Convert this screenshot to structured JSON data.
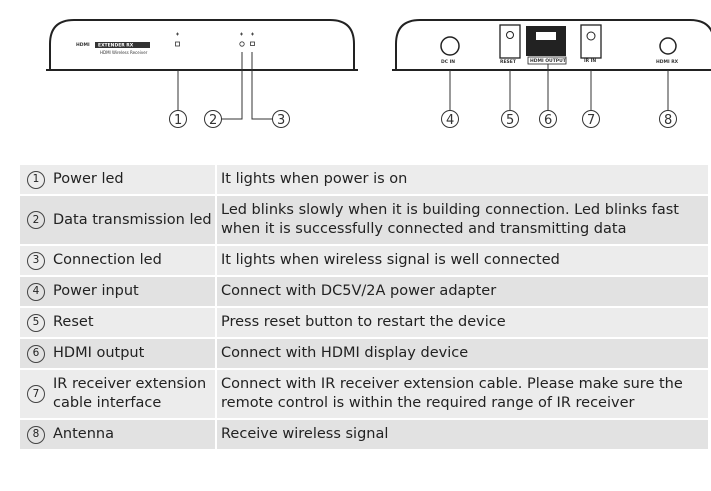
{
  "front_panel": {
    "brand": "HDMI",
    "model": "EXTENDER RX",
    "subtitle": "HDMI Wireless Receiver"
  },
  "back_panel": {
    "ports": [
      "DC IN",
      "RESET",
      "HDMI OUTPUT",
      "IR IN",
      "HDMI RX"
    ]
  },
  "callouts": [
    "①",
    "②",
    "③",
    "④",
    "⑤",
    "⑥",
    "⑦",
    "⑧"
  ],
  "rows": [
    {
      "num": "1",
      "label": "Power led",
      "desc": "It lights when power is on"
    },
    {
      "num": "2",
      "label": "Data transmission led",
      "desc": "Led blinks slowly when it is building connection. Led blinks fast when it is successfully connected and transmitting data"
    },
    {
      "num": "3",
      "label": "Connection led",
      "desc": "It lights when wireless signal is well connected"
    },
    {
      "num": "4",
      "label": "Power input",
      "desc": "Connect with DC5V/2A power adapter"
    },
    {
      "num": "5",
      "label": "Reset",
      "desc": "Press reset button to restart the device"
    },
    {
      "num": "6",
      "label": "HDMI output",
      "desc": "Connect with HDMI display device"
    },
    {
      "num": "7",
      "label": "IR receiver extension cable interface",
      "desc": "Connect with IR receiver extension cable. Please make sure the remote control is within the required range of IR receiver"
    },
    {
      "num": "8",
      "label": "Antenna",
      "desc": "Receive wireless signal"
    }
  ]
}
